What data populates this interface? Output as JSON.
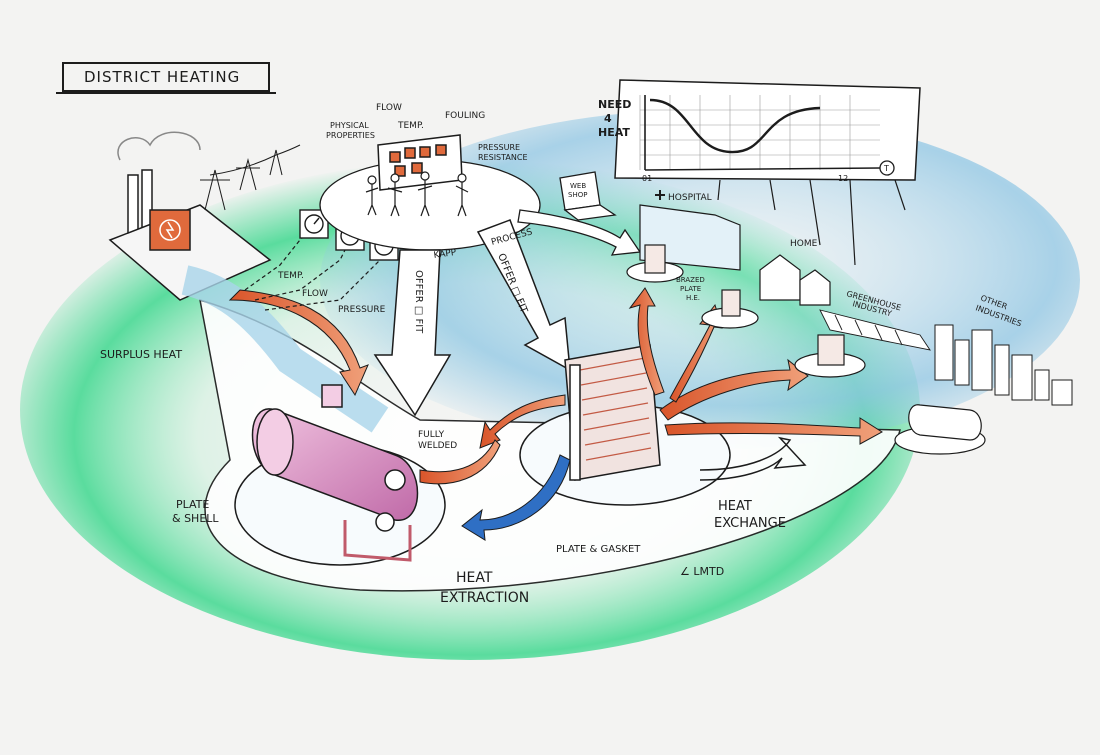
{
  "title": "DISTRICT HEATING",
  "labels": {
    "surplus_heat": "SURPLUS HEAT",
    "temp_sensor": "TEMP.",
    "flow_sensor": "FLOW",
    "pressure_sensor": "PRESSURE",
    "physical_properties_1": "PHYSICAL",
    "physical_properties_2": "PROPERTIES",
    "flow_top": "FLOW",
    "temp_top": "TEMP.",
    "fouling": "FOULING",
    "pressure_resistance_1": "PRESSURE",
    "pressure_resistance_2": "RESISTANCE",
    "kapp": "KAPP",
    "process": "PROCESS",
    "offer_fit_left": "OFFER □ FIT",
    "offer_fit_right": "OFFER □ FIT",
    "fully_welded_1": "FULLY",
    "fully_welded_2": "WELDED",
    "plate_shell_1": "PLATE",
    "plate_shell_2": "& SHELL",
    "heat_extraction_1": "HEAT",
    "heat_extraction_2": "EXTRACTION",
    "plate_gasket": "PLATE & GASKET",
    "lmtd": "∠ LMTD",
    "heat_exchange_1": "HEAT",
    "heat_exchange_2": "EXCHANGE",
    "web_shop_1": "WEB",
    "web_shop_2": "SHOP",
    "hospital": "HOSPITAL",
    "brazed_1": "BRAZED",
    "brazed_2": "PLATE",
    "brazed_3": "H.E.",
    "home": "HOME",
    "greenhouse_1": "GREENHOUSE",
    "greenhouse_2": "INDUSTRY",
    "other_industries_1": "OTHER",
    "other_industries_2": "INDUSTRIES"
  },
  "need_chart": {
    "ylabel_1": "NEED",
    "ylabel_2": "4",
    "ylabel_3": "HEAT",
    "x_start": "01",
    "x_mid": "12",
    "x_end": "T"
  },
  "colors": {
    "green": "#3fd88f",
    "blue": "#8fc6e4",
    "orange": "#e06a3c",
    "pink": "#d98ac2",
    "dark_blue": "#2f6fc4",
    "ink": "#1c1c1c"
  }
}
